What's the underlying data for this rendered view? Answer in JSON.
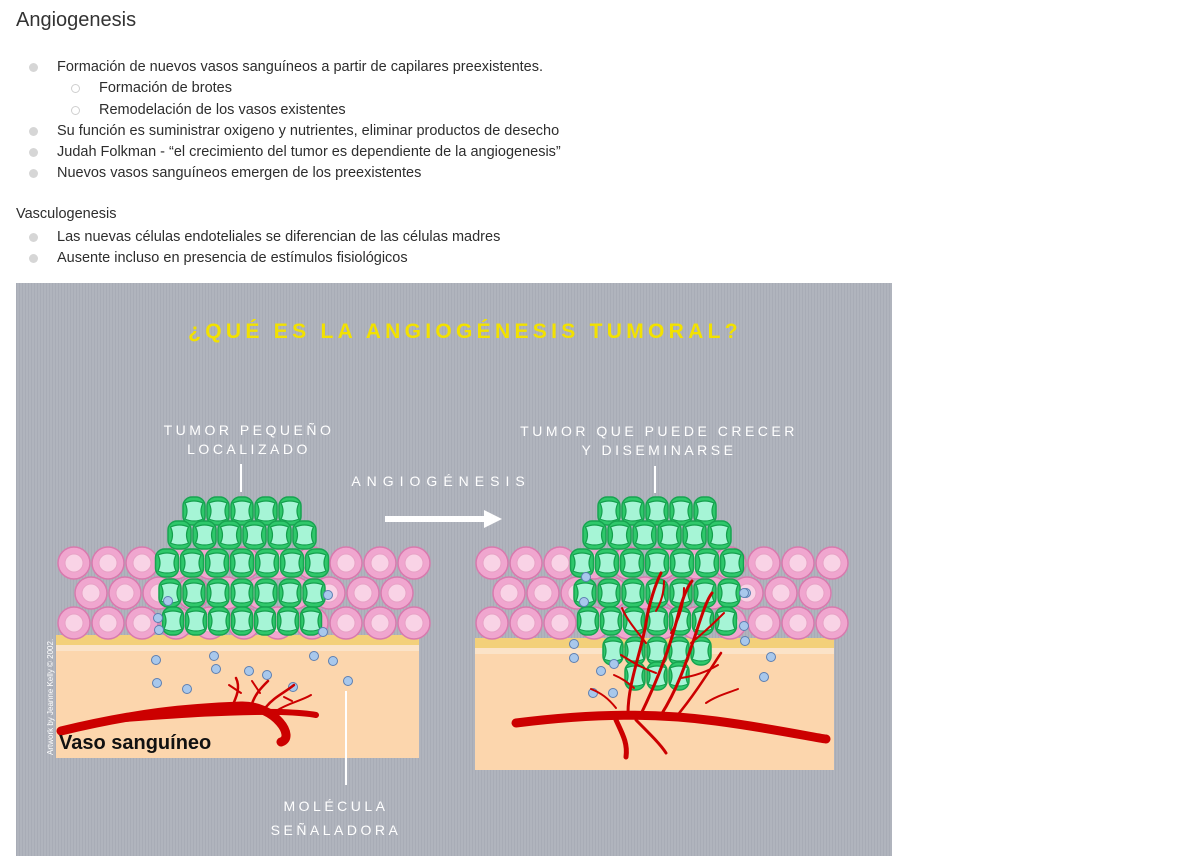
{
  "page": {
    "title": "Angiogenesis"
  },
  "angiogenesis": {
    "items": [
      "Formación de nuevos vasos sanguíneos a partir de capilares preexistentes.",
      "Formación de brotes",
      "Remodelación de los vasos existentes",
      "Su función es suministrar oxigeno y nutrientes, eliminar productos de desecho",
      "Judah Folkman - “el crecimiento del tumor es dependiente de la angiogenesis”",
      "Nuevos vasos sanguíneos emergen de los preexistentes"
    ]
  },
  "vasculogenesis": {
    "heading": "Vasculogenesis",
    "items": [
      "Las nuevas células endoteliales se diferencian de las células madres",
      "Ausente incluso en presencia de estímulos fisiológicos"
    ]
  },
  "figure": {
    "title": "¿QUÉ ES LA ANGIOGÉNESIS TUMORAL?",
    "left_label_line1": "TUMOR PEQUEÑO",
    "left_label_line2": "LOCALIZADO",
    "right_label_line1": "TUMOR QUE PUEDE CRECER",
    "right_label_line2": "Y DISEMINARSE",
    "arrow_label": "ANGIOGÉNESIS",
    "vessel_label": "Vaso sanguíneo",
    "molecule_label_line1": "MOLÉCULA",
    "molecule_label_line2": "SEÑALADORA",
    "credit": "Artwork by Jeanne Kelly © 2002.",
    "colors": {
      "background": "#b0b4bd",
      "title": "#f2e100",
      "tumor_cell": "#2fc86b",
      "tumor_core": "#a6f5d6",
      "normal_cell": "#f0a6cf",
      "tissue": "#fcd6ad",
      "vessel": "#cc0000",
      "molecule": "#a8c8ec"
    }
  }
}
